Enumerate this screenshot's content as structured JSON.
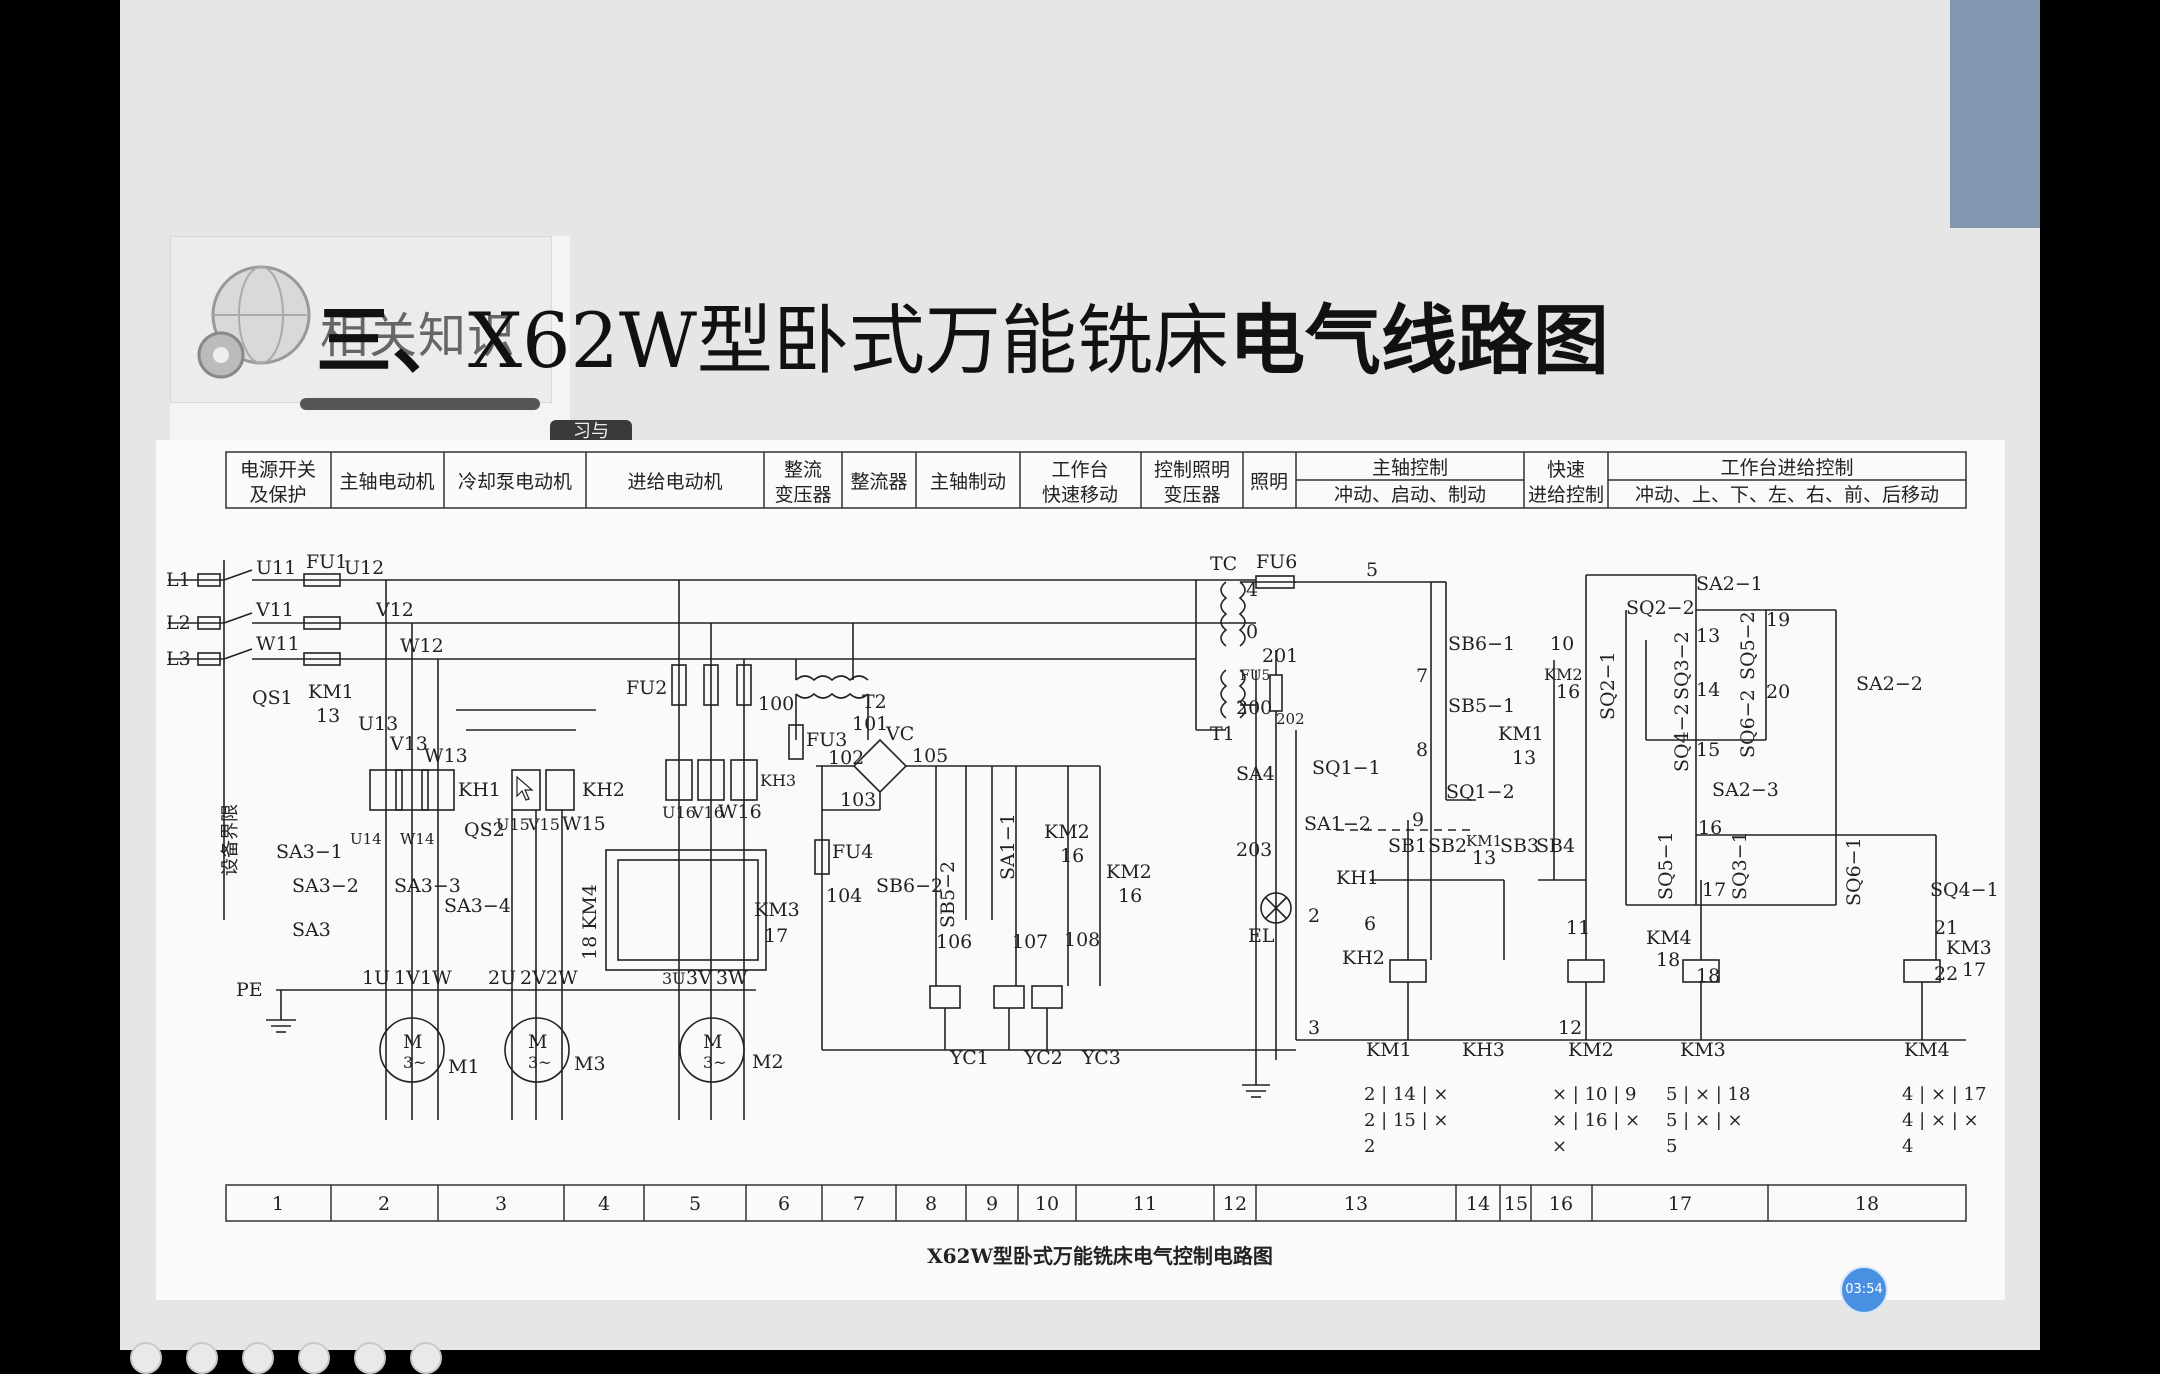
{
  "slide": {
    "title_num": "三、",
    "title_main": "X62W型卧式万能铣床",
    "title_bold": "电气线路图",
    "logo_text": "相关知识",
    "logo_tab": "习与",
    "timer": "03:54"
  },
  "diagram": {
    "caption": "X62W型卧式万能铣床电气控制电路图",
    "header": {
      "single": [
        {
          "label": "电源开关",
          "label2": "及保护"
        },
        {
          "label": "主轴电动机"
        },
        {
          "label": "冷却泵电动机"
        },
        {
          "label": "进给电动机"
        },
        {
          "label": "整流",
          "label2": "变压器"
        },
        {
          "label": "整流器"
        },
        {
          "label": "主轴制动"
        },
        {
          "label": "工作台",
          "label2": "快速移动"
        },
        {
          "label": "控制照明",
          "label2": "变压器"
        },
        {
          "label": "照明"
        },
        {
          "label": "主轴控制",
          "label2": "冲动、启动、制动"
        },
        {
          "label": "快速",
          "label2": "进给控制"
        },
        {
          "label": "工作台进给控制",
          "label2": "冲动、上、下、左、右、前、后移动"
        }
      ]
    },
    "zones": [
      "1",
      "2",
      "3",
      "4",
      "5",
      "6",
      "7",
      "8",
      "9",
      "10",
      "11",
      "12",
      "13",
      "14",
      "15",
      "16",
      "17",
      "18"
    ],
    "labels": {
      "L1": "L1",
      "L2": "L2",
      "L3": "L3",
      "U11": "U11",
      "V11": "V11",
      "W11": "W11",
      "FU1": "FU1",
      "U12": "U12",
      "V12": "V12",
      "W12": "W12",
      "QS1": "QS1",
      "KM1_13": "KM1",
      "n13": "13",
      "U13": "U13",
      "V13": "V13",
      "W13": "W13",
      "KH1": "KH1",
      "KH2": "KH2",
      "U15": "U15",
      "V15": "V15",
      "W15": "W15",
      "FU2": "FU2",
      "U16": "U16",
      "V16": "V16",
      "W16": "W16",
      "KH3": "KH3",
      "QS2": "QS2",
      "SA3_1": "SA3−1",
      "SA3_2": "SA3−2",
      "SA3_3": "SA3−3",
      "SA3_4": "SA3−4",
      "SA3": "SA3",
      "U14": "U14",
      "W14": "W14",
      "boundary": "设备界限",
      "KM4_18": "18 KM4",
      "KM3": "KM3",
      "n17": "17",
      "PE": "PE",
      "U1": "1U",
      "V1": "1V",
      "W1": "1W",
      "U2": "2U",
      "V2": "2V",
      "W2": "2W",
      "U3": "3U",
      "V3": "3V",
      "W3": "3W",
      "M": "M",
      "M3ph": "3~",
      "M1": "M1",
      "M3": "M3",
      "M2": "M2",
      "T2": "T2",
      "n100": "100",
      "n101": "101",
      "FU3": "FU3",
      "VC": "VC",
      "n102": "102",
      "n103": "103",
      "n105": "105",
      "FU4": "FU4",
      "n104": "104",
      "SB6_2": "SB6−2",
      "SB5_2": "SB5−2",
      "SA1_1": "SA1−1",
      "KM2": "KM2",
      "n16": "16",
      "n106": "106",
      "n107": "107",
      "n108": "108",
      "YC1": "YC1",
      "YC2": "YC2",
      "YC3": "YC3",
      "TC": "TC",
      "FU6": "FU6",
      "n4": "4",
      "n0": "0",
      "FU5": "FU5",
      "n201": "201",
      "n200": "200",
      "n202": "202",
      "T1": "T1",
      "SA4": "SA4",
      "n203": "203",
      "EL": "EL",
      "n5": "5",
      "SB6_1": "SB6−1",
      "n7": "7",
      "SB5_1": "SB5−1",
      "n8": "8",
      "SQ1_1": "SQ1−1",
      "SQ1_2": "SQ1−2",
      "n9": "9",
      "SA1_2": "SA1−2",
      "KH1b": "KH1",
      "KH2b": "KH2",
      "SB1": "SB1",
      "SB2": "SB2",
      "KM1": "KM1",
      "SB3": "SB3",
      "SB4": "SB4",
      "n6": "6",
      "n2": "2",
      "n3": "3",
      "KH3b": "KH3",
      "n10": "10",
      "n11": "11",
      "n12": "12",
      "SQ2_1": "SQ2−1",
      "SQ2_2": "SQ2−2",
      "SA2_1": "SA2−1",
      "SQ3_2": "SQ3−2",
      "SQ5_2": "SQ5−2",
      "n19": "19",
      "n20": "20",
      "n14": "14",
      "SQ4_2": "SQ4−2",
      "SQ6_2": "SQ6−2",
      "n15": "15",
      "SA2_2": "SA2−2",
      "SA2_3": "SA2−3",
      "SQ5_1": "SQ5−1",
      "SQ3_1": "SQ3−1",
      "SQ6_1": "SQ6−1",
      "SQ4_1": "SQ4−1",
      "n21": "21",
      "n22": "22",
      "KM4": "KM4",
      "n18": "18"
    },
    "cross_refs": {
      "KM1": [
        "2 | 14 | ×",
        "2 | 15 | ×",
        "2"
      ],
      "KM2": [
        "× | 10 | 9",
        "× | 16 | ×",
        "×"
      ],
      "KM3": [
        "5 | × | 18",
        "5 | × | ×",
        "5"
      ],
      "KM4": [
        "4 | × | 17",
        "4 | × | ×",
        "4"
      ]
    }
  }
}
